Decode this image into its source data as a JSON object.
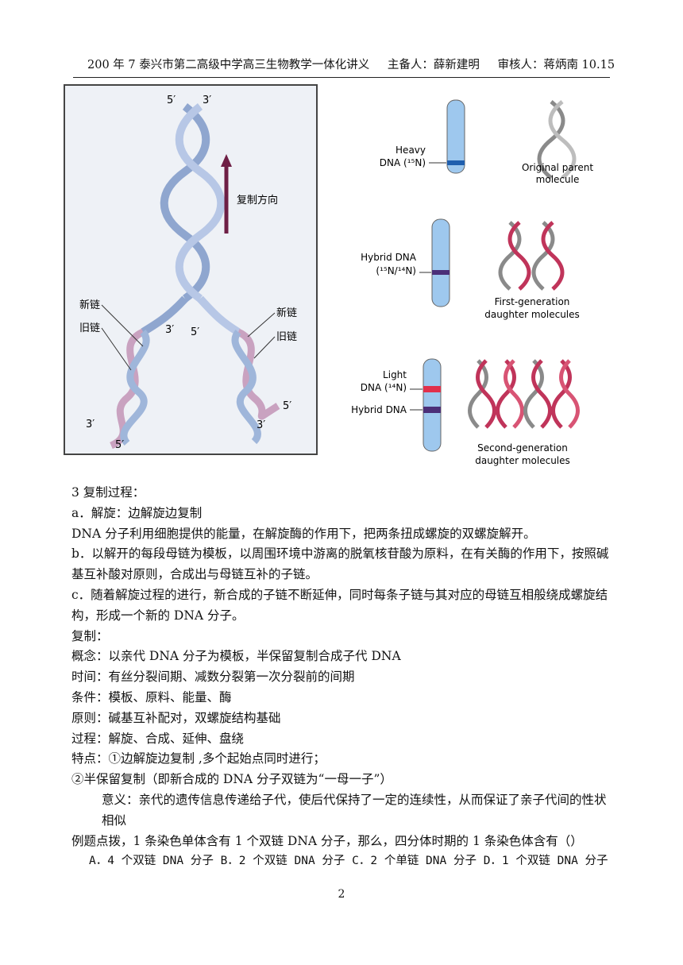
{
  "header": {
    "title": "200 年 7 泰兴市第二高级中学高三生物教学一体化讲义",
    "preparer": "主备人：薛新建明",
    "reviewer": "审核人：蒋炳南 10.15"
  },
  "figure_left": {
    "direction_label": "复制方向",
    "new_strand": "新链",
    "old_strand": "旧链",
    "end5": "5′",
    "end3": "3′"
  },
  "figure_right": {
    "heavy_line1": "Heavy",
    "heavy_line2": "DNA (¹⁵N)",
    "original_line1": "Original parent",
    "original_line2": "molecule",
    "hybrid_line1": "Hybrid DNA",
    "hybrid_line2": "(¹⁵N/¹⁴N)",
    "first_gen_line1": "First-generation",
    "first_gen_line2": "daughter molecules",
    "light_line1": "Light",
    "light_line2": "DNA (¹⁴N)",
    "hybrid_label": "Hybrid DNA",
    "second_gen_line1": "Second-generation",
    "second_gen_line2": "daughter molecules"
  },
  "body": {
    "l1": "3 复制过程：",
    "l2": "a．解旋：边解旋边复制",
    "l3": "DNA 分子利用细胞提供的能量，在解旋酶的作用下，把两条扭成螺旋的双螺旋解开。",
    "l4": "b．以解开的每段母链为模板，以周围环境中游离的脱氧核苷酸为原料，在有关酶的作用下，按照碱基互补酸对原则，合成出与母链互补的子链。",
    "l5": "c．随着解旋过程的进行，新合成的子链不断延伸，同时每条子链与其对应的母链互相般绕成螺旋结构，形成一个新的 DNA 分子。",
    "l6": "复制：",
    "l7": "概念：以亲代 DNA 分子为模板，半保留复制合成子代 DNA",
    "l8": "时间：有丝分裂间期、减数分裂第一次分裂前的间期",
    "l9": "条件：模板、原料、能量、酶",
    "l10": "原则：碱基互补配对，双螺旋结构基础",
    "l11": "过程：解旋、合成、延伸、盘绕",
    "l12": "特点：①边解旋边复制 ,多个起始点同时进行；",
    "l13": "②半保留复制（即新合成的 DNA 分子双链为“一母一子”）",
    "l14": "意义：亲代的遗传信息传递给子代，使后代保持了一定的连续性，从而保证了亲子代间的性状相似",
    "l15": "例题点拨，1 条染色单体含有 1 个双链 DNA 分子，那么，四分体时期的 1 条染色体含有（）",
    "options": "A．4 个双链 DNA 分子 B．2 个双链 DNA 分子 C．2 个单链 DNA 分子 D．1 个双链 DNA 分子"
  },
  "page_number": "2"
}
